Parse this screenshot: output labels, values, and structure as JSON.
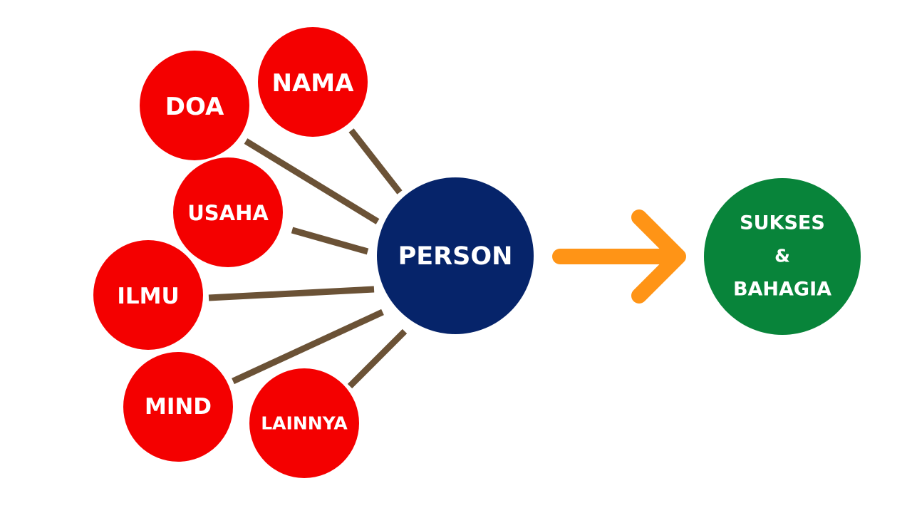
{
  "diagram": {
    "center": {
      "label": "PERSON",
      "color": "#06246A"
    },
    "factors": [
      {
        "id": "doa",
        "label": "DOA"
      },
      {
        "id": "nama",
        "label": "NAMA"
      },
      {
        "id": "usaha",
        "label": "USAHA"
      },
      {
        "id": "ilmu",
        "label": "ILMU"
      },
      {
        "id": "mind",
        "label": "MIND"
      },
      {
        "id": "lainnya",
        "label": "LAINNYA"
      }
    ],
    "factor_color": "#F40000",
    "connector_color": "#6B5236",
    "arrow_color": "#FF9416",
    "result": {
      "line1": "SUKSES",
      "line2": "&",
      "line3": "BAHAGIA",
      "color": "#08843A"
    }
  }
}
